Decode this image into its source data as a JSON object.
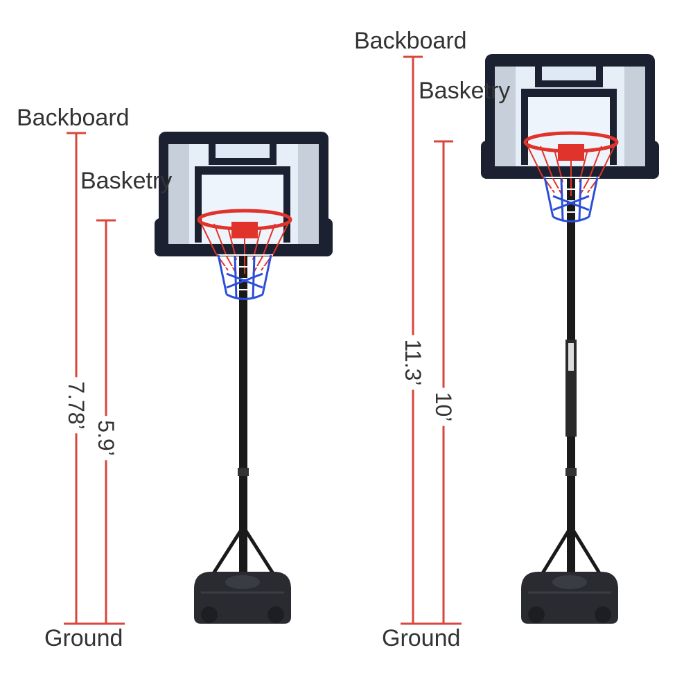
{
  "colors": {
    "measure_line": "#d9463c",
    "board_frame": "#1b2130",
    "board_panel": "#e8f0f8",
    "rim": "#e0332b",
    "net_blue": "#2b4ed8",
    "pole": "#1a1a1a",
    "base": "#2a2b30"
  },
  "left": {
    "backboard_label": "Backboard",
    "basketry_label": "Basketry",
    "backboard_height": "7.78’",
    "basketry_height": "5.9’",
    "ground_label": "Ground"
  },
  "right": {
    "backboard_label": "Backboard",
    "basketry_label": "Basketry",
    "backboard_height": "11.3’",
    "basketry_height": "10’",
    "ground_label": "Ground"
  }
}
